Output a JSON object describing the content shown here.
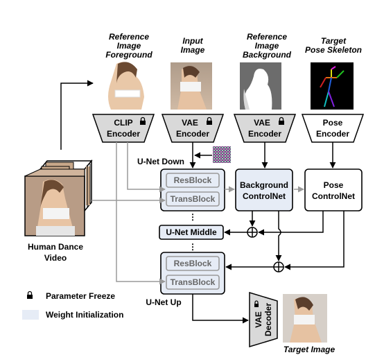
{
  "inputs": {
    "ref_fg": [
      "Reference",
      "Image",
      "Foreground"
    ],
    "input_img": [
      "Input",
      "Image"
    ],
    "ref_bg": [
      "Reference",
      "Image",
      "Background"
    ],
    "pose": [
      "Target",
      "Pose Skeleton"
    ]
  },
  "encoders": {
    "clip": [
      "CLIP",
      "Encoder"
    ],
    "vae1": [
      "VAE",
      "Encoder"
    ],
    "vae2": [
      "VAE",
      "Encoder"
    ],
    "pose": [
      "Pose",
      "Encoder"
    ]
  },
  "unet": {
    "down_label": "U-Net Down",
    "up_label": "U-Net Up",
    "middle": "U-Net Middle",
    "resblock": "ResBlock",
    "transblock": "TransBlock",
    "ellipsis": "⋮"
  },
  "controlnets": {
    "background": [
      "Background",
      "ControlNet"
    ],
    "pose": [
      "Pose",
      "ControlNet"
    ]
  },
  "video": [
    "Human Dance",
    "Video"
  ],
  "decoder": [
    "VAE",
    "Decoder"
  ],
  "output_label": "Target Image",
  "legend": {
    "freeze": "Parameter Freeze",
    "init": "Weight Initialization"
  },
  "colors": {
    "init_fill": "#e6ecf6",
    "gray_arrow": "#9a9a9a",
    "trapezoid_fill": "#d9d9d9"
  }
}
